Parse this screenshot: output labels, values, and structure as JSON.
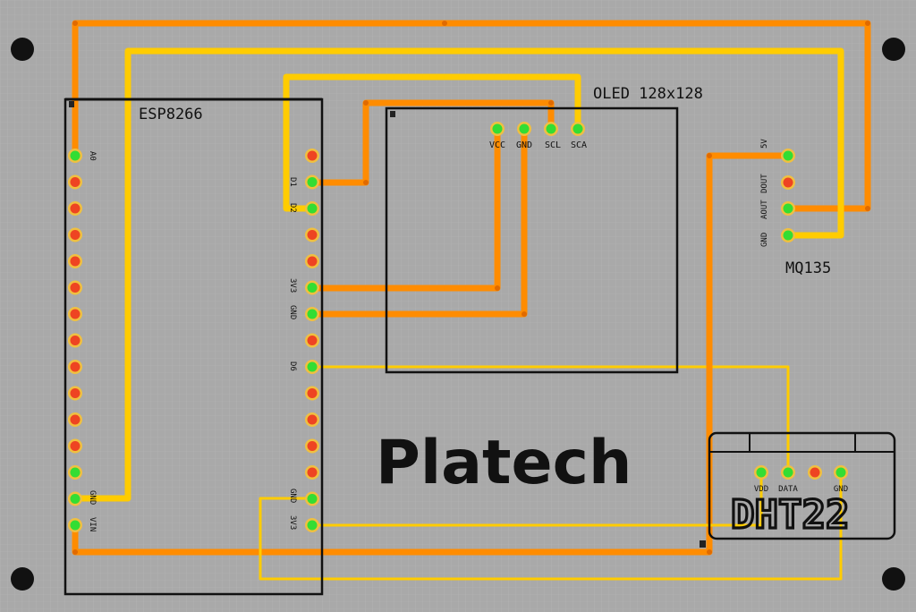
{
  "brand": "Platech",
  "colors": {
    "board": "#a9a9a9",
    "grid": "#b6b6b6",
    "trace_orange": "#ff8c00",
    "trace_yellow": "#ffcc00",
    "pad_green": "#33dd33",
    "pad_red": "#ee4422"
  },
  "esp8266": {
    "title": "ESP8266",
    "left_pins": [
      "A0",
      "GND",
      "VIN"
    ],
    "right_pins": [
      "D1",
      "D2",
      "3V3",
      "GND",
      "D6",
      "GND",
      "3V3"
    ]
  },
  "oled": {
    "title": "OLED 128x128",
    "pins": [
      "VCC",
      "GND",
      "SCL",
      "SCA"
    ]
  },
  "mq135": {
    "title": "MQ135",
    "pins": [
      "5V",
      "DOUT",
      "AOUT",
      "GND"
    ]
  },
  "dht22": {
    "title": "DHT22",
    "pins": [
      "VDD",
      "DATA",
      "GND"
    ]
  }
}
